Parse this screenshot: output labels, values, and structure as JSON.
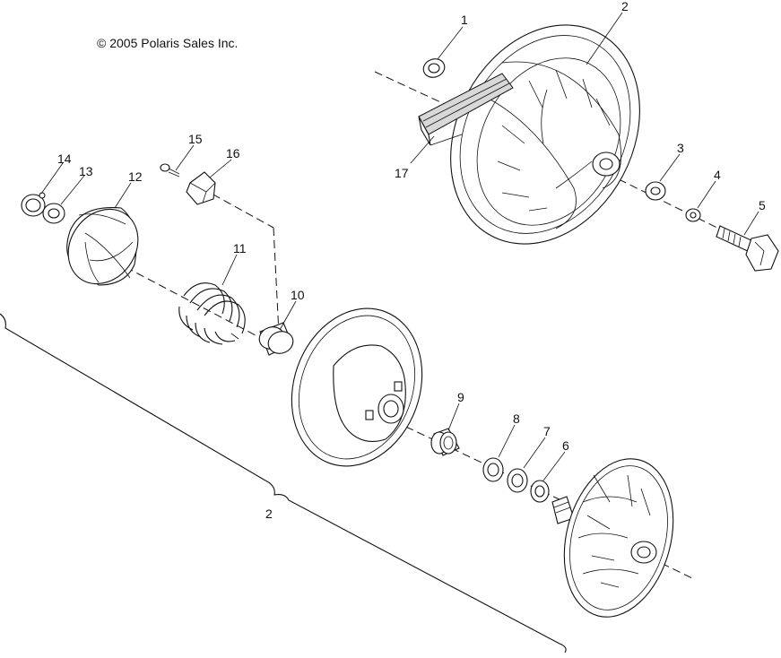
{
  "copyright": "© 2005 Polaris Sales Inc.",
  "callouts": {
    "c1": "1",
    "c2": "2",
    "c3": "3",
    "c4": "4",
    "c5": "5",
    "c6": "6",
    "c7": "7",
    "c8": "8",
    "c9": "9",
    "c10": "10",
    "c11": "11",
    "c12": "12",
    "c13": "13",
    "c14": "14",
    "c15": "15",
    "c16": "16",
    "c17": "17",
    "assembly": "2"
  }
}
